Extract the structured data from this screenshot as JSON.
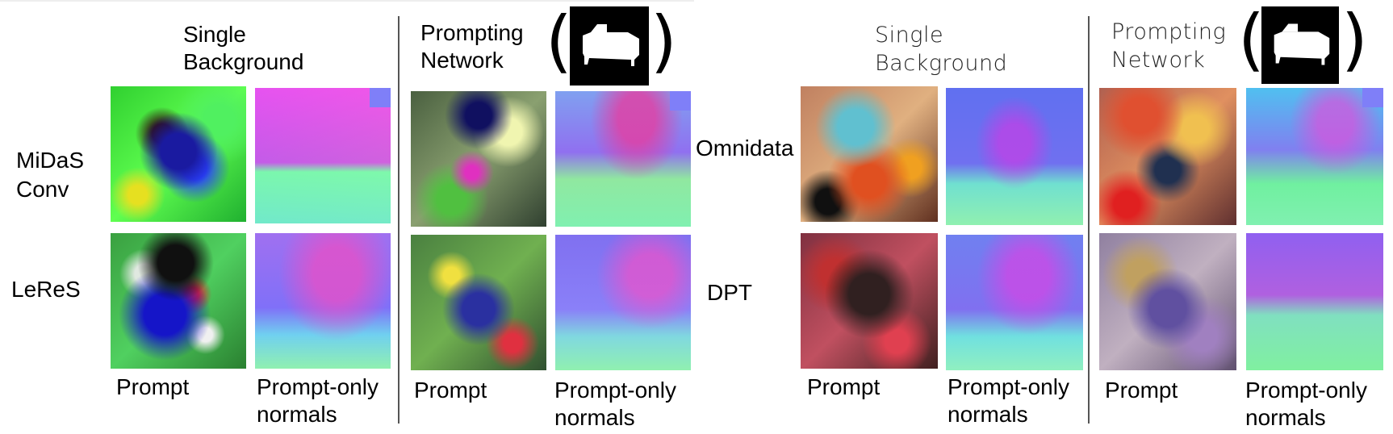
{
  "left_panel": {
    "single_bg_line1": "Single",
    "single_bg_line2": "Background",
    "prompting_line1": "Prompting",
    "prompting_line2": "Network",
    "row1_line1": "MiDaS",
    "row1_line2": "Conv",
    "row2": "LeReS",
    "prompt_a": "Prompt",
    "normals_a_line1": "Prompt-only",
    "normals_a_line2": "normals",
    "prompt_b": "Prompt",
    "normals_b_line1": "Prompt-only",
    "normals_b_line2": "normals"
  },
  "right_panel": {
    "single_bg_line1": "Single",
    "single_bg_line2": "Background",
    "prompting_line1": "Prompting",
    "prompting_line2": "Network",
    "row1": "Omnidata",
    "row2": "DPT",
    "prompt_a": "Prompt",
    "normals_a_line1": "Prompt-only",
    "normals_a_line2": "normals",
    "prompt_b": "Prompt",
    "normals_b_line1": "Prompt-only",
    "normals_b_line2": "normals"
  },
  "paren_open": "(",
  "paren_close": ")"
}
